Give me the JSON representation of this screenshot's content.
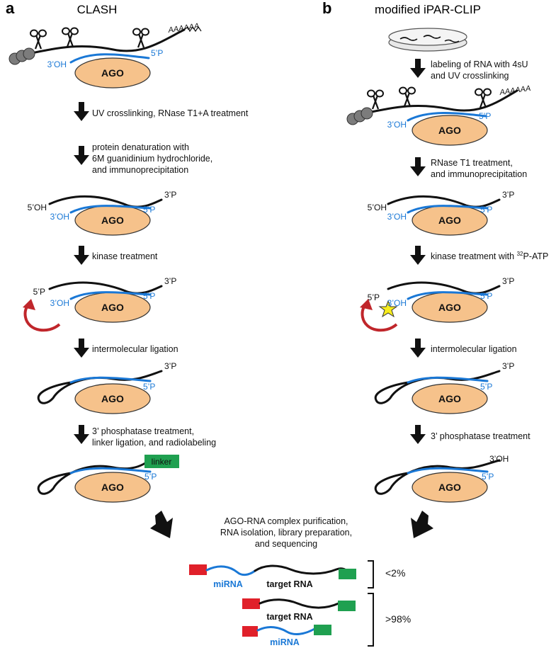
{
  "panel_a": {
    "letter": "a",
    "title": "CLASH",
    "steps": [
      "UV crosslinking, RNase T1+A treatment",
      "protein denaturation with",
      "6M guanidinium hydrochloride,",
      "and immunoprecipitation",
      "kinase treatment",
      "intermolecular ligation",
      "3’ phosphatase treatment,",
      "linker ligation, and radiolabeling"
    ]
  },
  "panel_b": {
    "letter": "b",
    "title": "modified iPAR-CLIP",
    "steps": [
      "labeling of RNA with 4sU",
      "and UV crosslinking",
      "RNase T1 treatment,",
      "and immunoprecipitation",
      "kinase treatment with ",
      "32",
      "P-ATP",
      "intermolecular ligation",
      "3’ phosphatase treatment"
    ]
  },
  "labels": {
    "ago": "AGO",
    "three_oh": "3’OH",
    "five_p": "5’P",
    "five_oh": "5’OH",
    "three_p": "3’P",
    "polyA": "AAAAAA",
    "linker": "linker"
  },
  "shared": {
    "lines": [
      "AGO-RNA complex purification,",
      "RNA isolation, library preparation,",
      "and sequencing"
    ],
    "mirna": "miRNA",
    "target_rna": "target RNA",
    "pct_low": "<2%",
    "pct_high": ">98%"
  },
  "colors": {
    "mirna_blue": "#1a78d6",
    "ago_fill": "#f6c28b",
    "red_block": "#e0202a",
    "green_block": "#1fa050",
    "curl_arrow": "#c0262b",
    "star": "#f7ec1c"
  }
}
